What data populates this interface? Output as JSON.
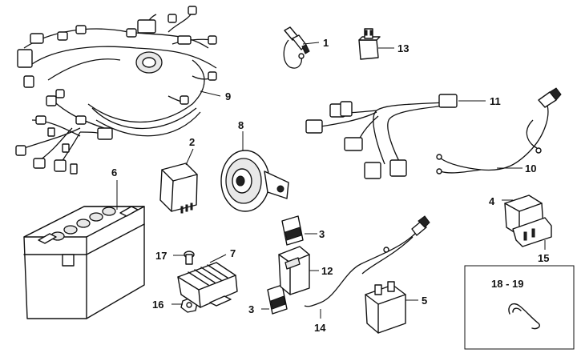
{
  "callouts": {
    "c1": "1",
    "c2": "2",
    "c3a": "3",
    "c3b": "3",
    "c4": "4",
    "c5": "5",
    "c6": "6",
    "c7": "7",
    "c8": "8",
    "c9": "9",
    "c10": "10",
    "c11": "11",
    "c12": "12",
    "c13": "13",
    "c14": "14",
    "c15": "15",
    "c16": "16",
    "c17": "17",
    "inset_label": "18 - 19"
  }
}
